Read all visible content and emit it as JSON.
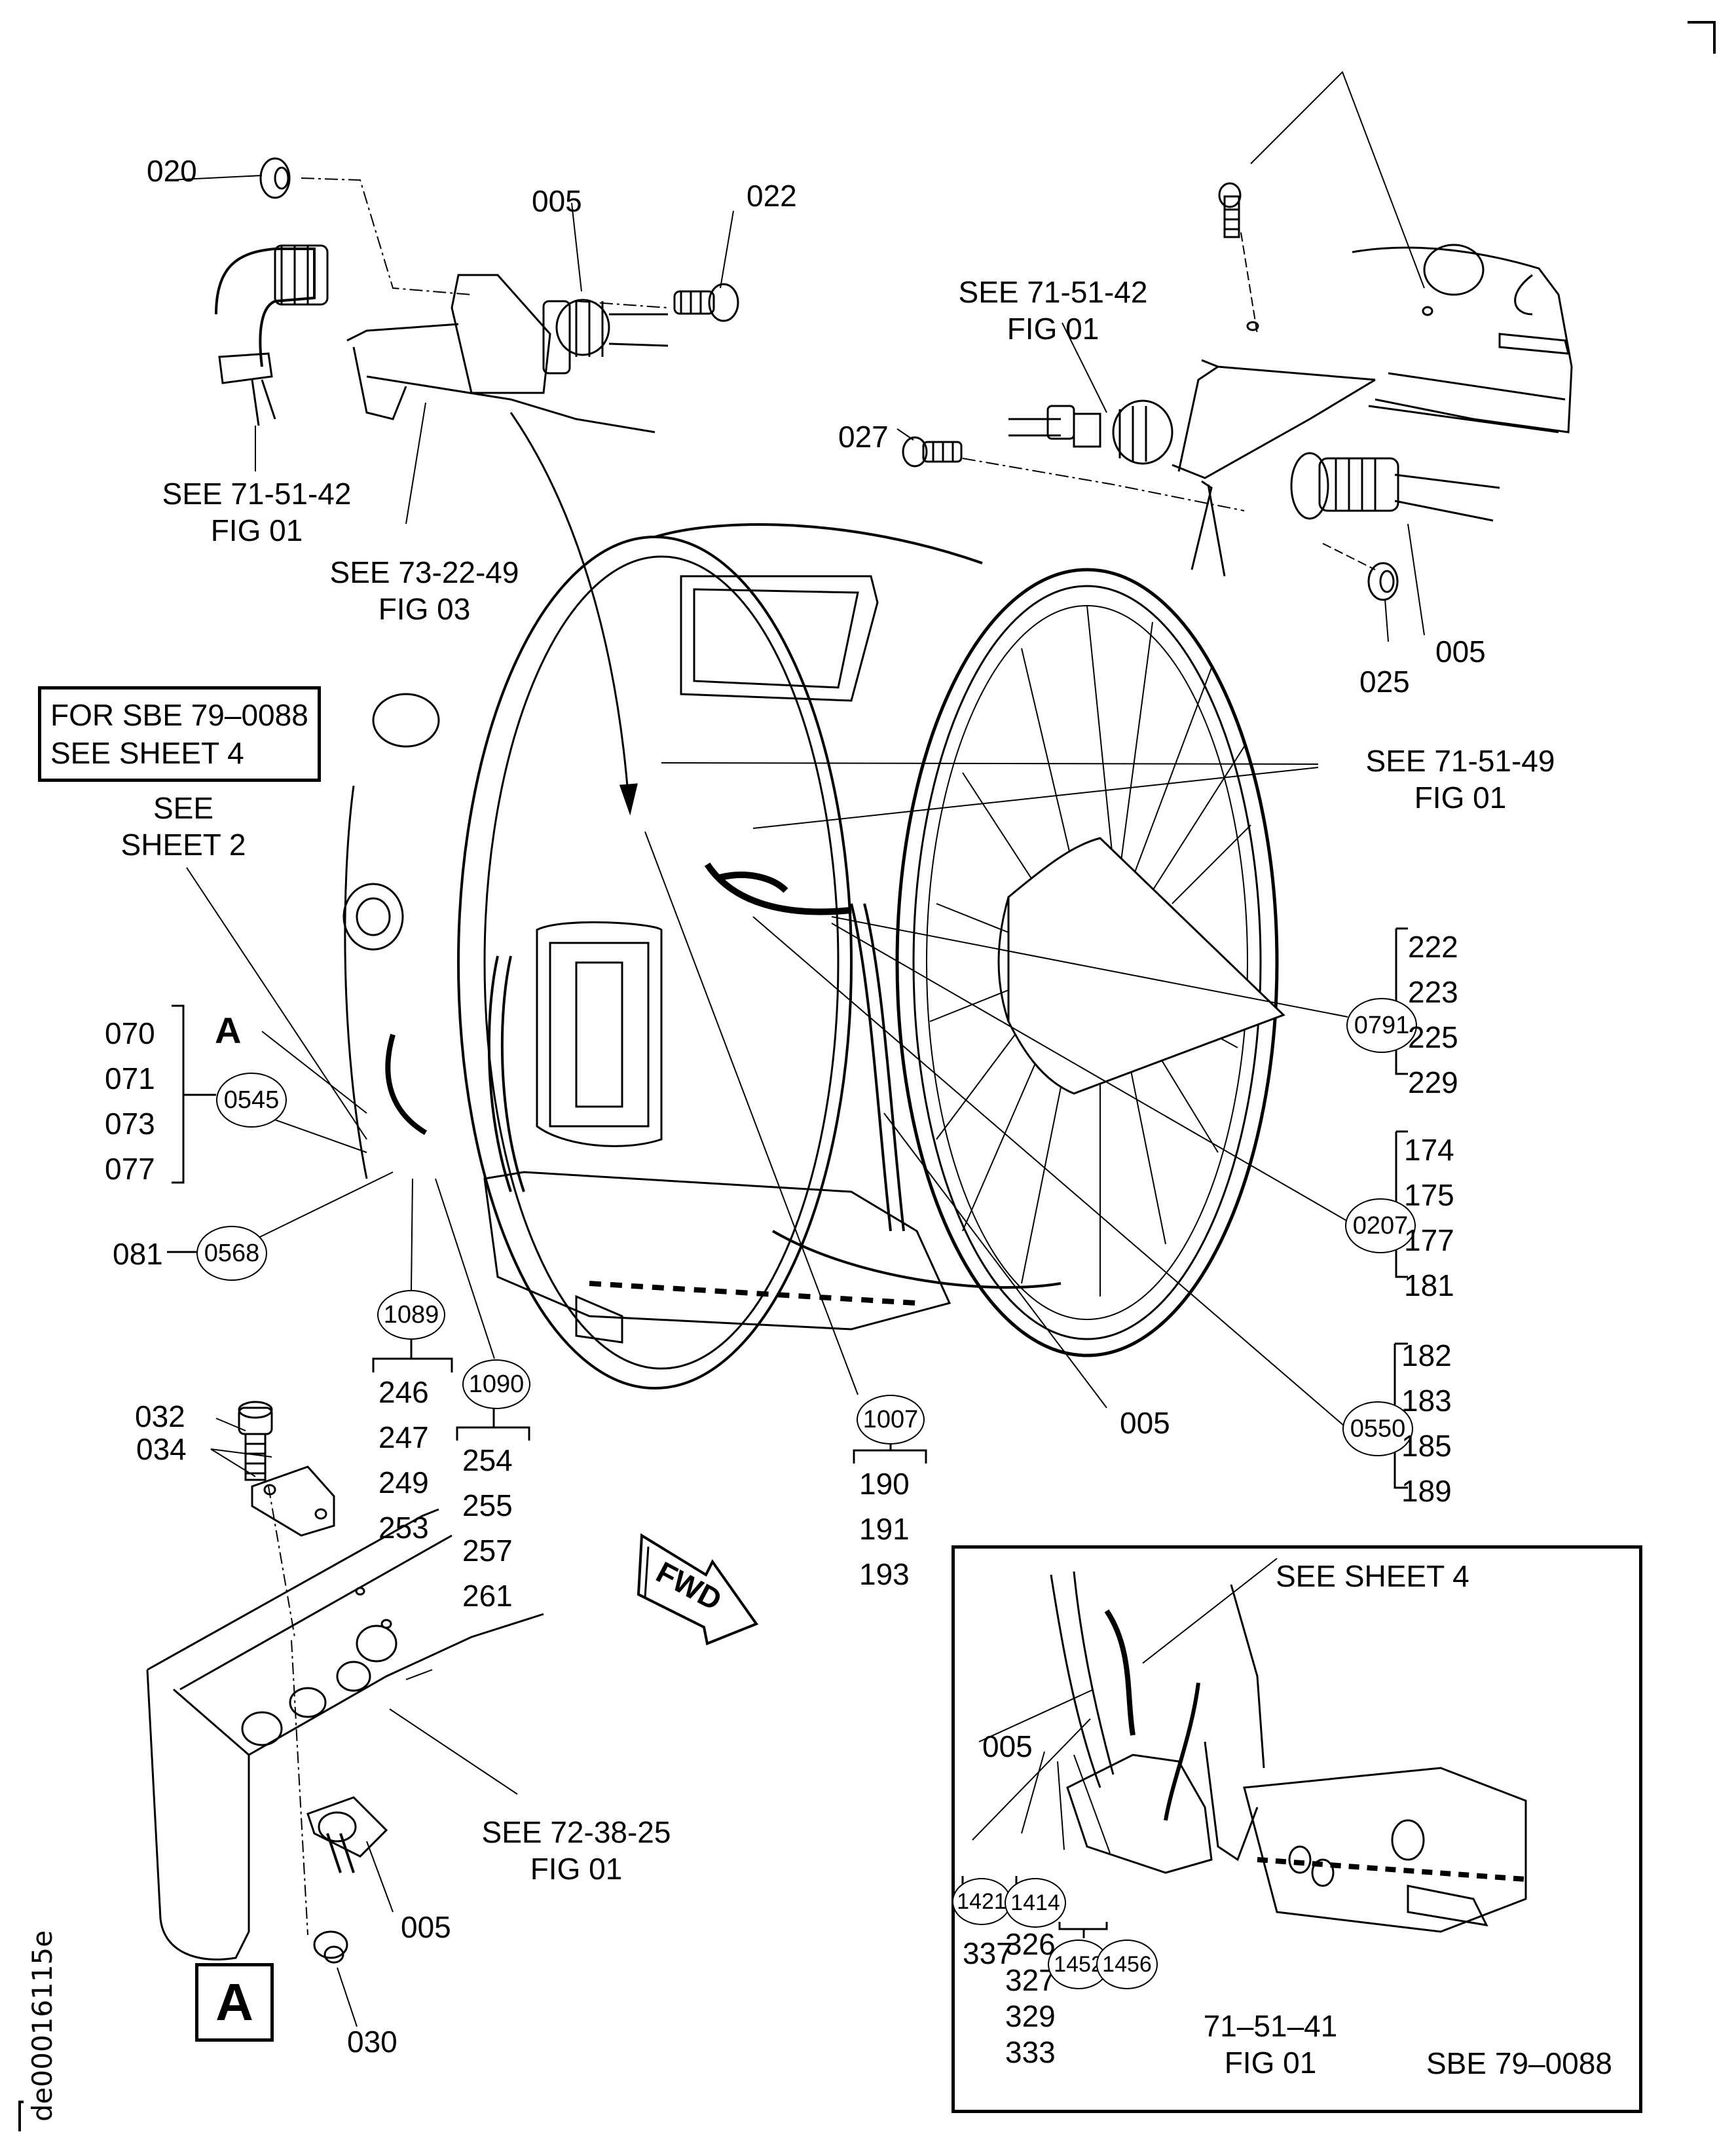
{
  "figure": {
    "document_id": "de00016115e",
    "view_marker": "A",
    "forward_arrow_label": "FWD",
    "note_box": [
      "FOR SBE 79–0088",
      "SEE SHEET 4"
    ]
  },
  "references": {
    "see_71_51_42_left": [
      "SEE  71-51-42",
      "FIG  01"
    ],
    "see_73_22_49": [
      "SEE  73-22-49",
      "FIG  03"
    ],
    "see_71_51_42_right": [
      "SEE  71-51-42",
      "FIG  01"
    ],
    "see_71_51_49": [
      "SEE  71-51-49",
      "FIG  01"
    ],
    "see_sheet_2": [
      "SEE",
      "SHEET 2"
    ],
    "see_72_38_25": [
      "SEE  72-38-25",
      "FIG  01"
    ]
  },
  "item_labels": {
    "i020": "020",
    "i005_top": "005",
    "i022": "022",
    "i027": "027",
    "i025": "025",
    "i005_right": "005",
    "i081": "081",
    "i005_center": "005",
    "i032": "032",
    "i034": "034",
    "i005_viewA": "005",
    "i030": "030",
    "view_a_pointer": "A"
  },
  "callouts": [
    {
      "id": "0791",
      "items": [
        "222",
        "223",
        "225",
        "229"
      ]
    },
    {
      "id": "0207",
      "items": [
        "174",
        "175",
        "177",
        "181"
      ]
    },
    {
      "id": "0550",
      "items": [
        "182",
        "183",
        "185",
        "189"
      ]
    },
    {
      "id": "0545",
      "items": [
        "070",
        "071",
        "073",
        "077"
      ]
    },
    {
      "id": "0568",
      "items": [
        "081"
      ]
    },
    {
      "id": "1089",
      "items": [
        "246",
        "247",
        "249",
        "253"
      ]
    },
    {
      "id": "1090",
      "items": [
        "254",
        "255",
        "257",
        "261"
      ]
    },
    {
      "id": "1007",
      "items": [
        "190",
        "191",
        "193"
      ]
    }
  ],
  "inset": {
    "title_ref": "SEE SHEET 4",
    "item_005": "005",
    "sbe_label": "SBE 79–0088",
    "callouts": [
      {
        "id": "1421",
        "items": [
          "337"
        ]
      },
      {
        "id": "1414",
        "items": [
          "326",
          "327",
          "329",
          "333"
        ]
      },
      {
        "id": "1452",
        "items": []
      },
      {
        "id": "1456",
        "items": []
      }
    ],
    "ref_1452_1456": [
      "71–51–41",
      "FIG 01"
    ]
  }
}
